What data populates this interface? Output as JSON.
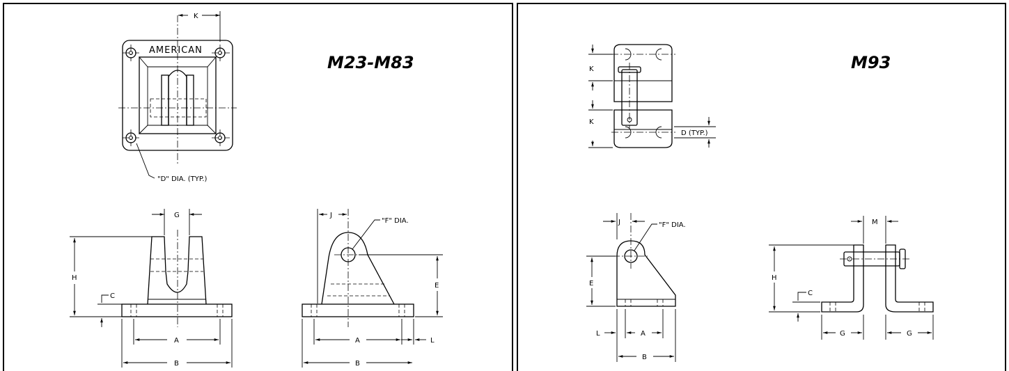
{
  "left_panel": {
    "title": "M23-M83",
    "brand_text": "AMERICAN",
    "note_d_dia": "\"D\" DIA. (TYP.)",
    "note_f_dia": "\"F\" DIA.",
    "labels": {
      "K": "K",
      "G": "G",
      "H": "H",
      "C": "C",
      "A1": "A",
      "B1": "B",
      "J": "J",
      "E": "E",
      "A2": "A",
      "B2": "B",
      "L": "L"
    }
  },
  "right_panel": {
    "title": "M93",
    "note_d_typ": "D (TYP.)",
    "note_f_dia": "\"F\" DIA.",
    "labels": {
      "K1": "K",
      "K2": "K",
      "J": "J",
      "E": "E",
      "L": "L",
      "A": "A",
      "B": "B",
      "M": "M",
      "H": "H",
      "C": "C",
      "G1": "G",
      "G2": "G"
    }
  }
}
